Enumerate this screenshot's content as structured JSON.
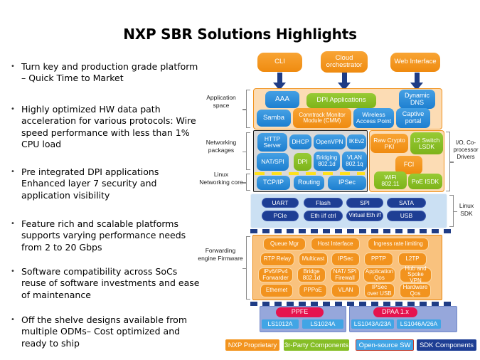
{
  "title": "NXP SBR Solutions Highlights",
  "bullets": [
    "Turn key and production grade platform\n– Quick Time  to Market",
    "Highly  optimized  HW  data path\nacceleration for various  protocols: Wire\nspeed performance  with less  than 1%\nCPU load",
    "Pre integrated  DPI  applications\nEnhanced layer  7 security  and\napplication visibility",
    "Feature rich and  scalable platforms\nsupports  varying  performance  needs\nfrom  2  to 20  Gbps",
    "Software compatibility  across SoCs\nreuse  of software  investments  and ease\nof maintenance",
    "Off  the shelve  designs  available  from\nmultiple  ODMs–  Cost optimized  and\nready  to ship"
  ],
  "diagram": {
    "top_boxes": [
      "CLI",
      "Cloud orchestrator",
      "Web Interface"
    ],
    "app_layer": {
      "side_label": "Application space",
      "boxes": [
        "AAA",
        "DPI Applications",
        "Dynamic DNS",
        "Samba",
        "Conntrack Monitor Module  (CMM)",
        "Wireless Access Point",
        "Captive portal"
      ]
    },
    "networking": {
      "side_label": "Networking packages",
      "core_label": "Linux Networking core",
      "boxes": [
        "HTTP Server",
        "DHCP",
        "OpenVPN",
        "IKEv2",
        "NAT/SPI",
        "DPI",
        "Bridging 802.1d",
        "VLAN 802.1q"
      ],
      "core_boxes": [
        "TCP/IP",
        "Routing",
        "IPSec"
      ]
    },
    "io_drivers": {
      "side_label": "I/O, Co-processor Drivers",
      "boxes": [
        "Raw Crypto PKI",
        "L2 Switch LSDK",
        "FCI",
        "WiFi 802.11",
        "PoE ISDK"
      ]
    },
    "linux_sdk": {
      "side_label": "Linux SDK",
      "boxes": [
        "UART",
        "Flash",
        "SPI",
        "SATA",
        "PCIe",
        "Eth  i/f ctrl",
        "Virtual Eth i/f",
        "USB"
      ]
    },
    "forwarding": {
      "side_label": "Forwarding engine Firmware",
      "boxes": [
        "Queue  Mgr",
        "Host Interface",
        "Ingress rate  limiting",
        "RTP Relay",
        "Multicast",
        "IPSec",
        "PPTP",
        "L2TP",
        "IPv6/IPv4 Forwarder",
        "Bridge 802.1d",
        "NAT/ SPI Firewall",
        "Application Qos",
        "Hub and Spoke VPN",
        "Ethernet",
        "PPPoE",
        "VLAN",
        "IPSec over USB",
        "Hardware Qos"
      ]
    },
    "hardware": {
      "groups": [
        {
          "title": "PPFE",
          "chips": [
            "LS1012A",
            "LS1024A"
          ]
        },
        {
          "title": "DPAA 1.x",
          "chips": [
            "LS1043A/23A",
            "LS1046A/26A"
          ]
        }
      ]
    },
    "legend": [
      {
        "label": "NXP  Proprietary",
        "meaning": "NXP proprietary",
        "color": "#F2941F"
      },
      {
        "label": "3r-Party Components",
        "meaning": "third-party components",
        "color": "#86BE27"
      },
      {
        "label": "Open-source  SW",
        "meaning": "open-source software",
        "color": "#41A5E5"
      },
      {
        "label": "SDK Components",
        "meaning": "SDK components",
        "color": "#1E3E94"
      }
    ]
  },
  "colors": {
    "nxp_proprietary_orange": "#F2941F",
    "third_party_green": "#86BE27",
    "open_source_blue": "#41A5E5",
    "sdk_navy": "#1E3E94",
    "soc_crimson": "#E5134E",
    "arrow_navy": "#1F3C85"
  }
}
